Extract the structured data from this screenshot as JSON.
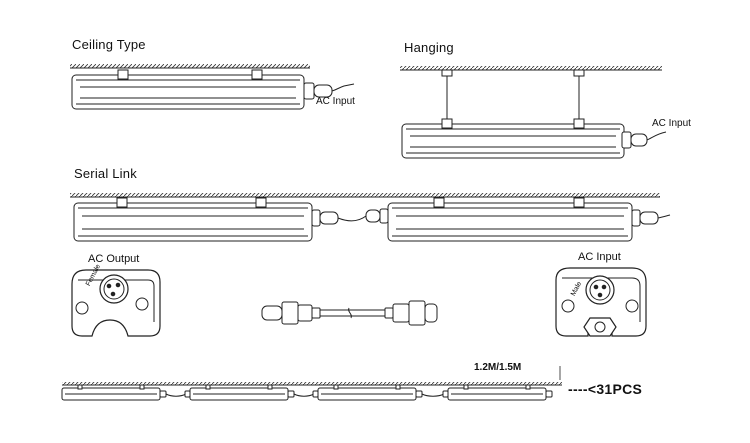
{
  "sections": {
    "ceiling": {
      "title": "Ceiling Type",
      "input_label": "AC Input"
    },
    "hanging": {
      "title": "Hanging",
      "input_label": "AC Input"
    },
    "serial": {
      "title": "Serial Link"
    }
  },
  "connectors": {
    "output": {
      "title": "AC Output",
      "jack_text": "Female"
    },
    "input": {
      "title": "AC Input",
      "jack_text": "Male"
    }
  },
  "chain": {
    "cable_length": "1.2M/1.5M",
    "max_count": "----<31PCS"
  },
  "icons": [
    "ceiling-mount-fixture-icon",
    "suspension-rod-icon",
    "end-cap-connector-icon",
    "linking-cable-icon",
    "female-socket-icon",
    "male-plug-icon"
  ]
}
